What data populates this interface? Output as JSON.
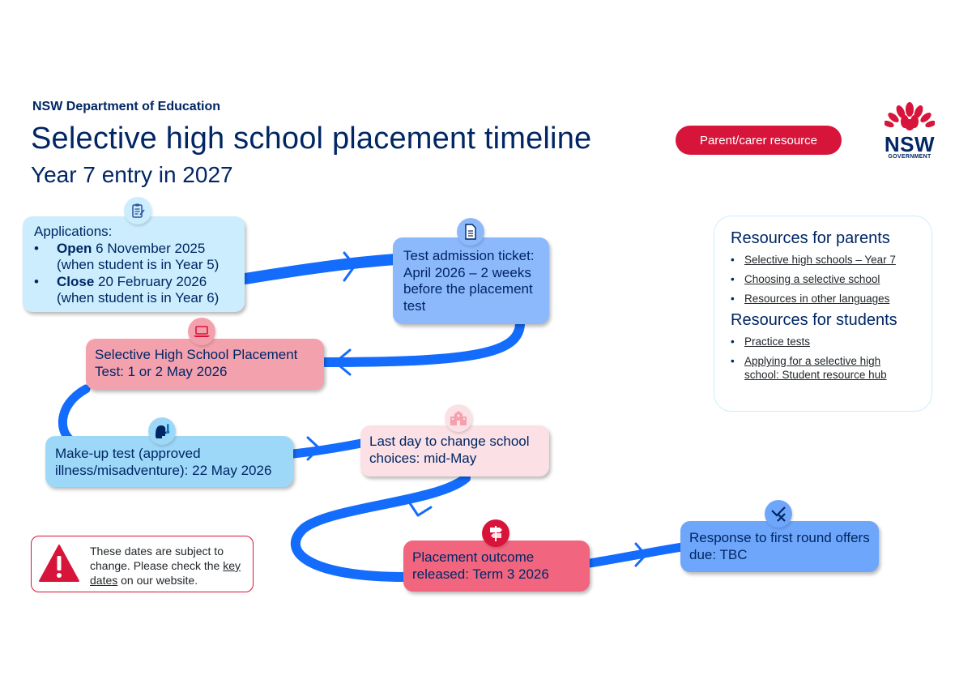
{
  "header": {
    "department": "NSW Department of Education",
    "title": "Selective high school placement timeline",
    "subtitle": "Year 7 entry in 2027",
    "badge": "Parent/carer resource"
  },
  "logo": {
    "name": "NSW",
    "sub": "GOVERNMENT"
  },
  "timeline": {
    "applications": {
      "heading": "Applications:",
      "open_label": "Open",
      "open_date": " 6 November 2025",
      "open_note": "(when student is in Year 5)",
      "close_label": "Close",
      "close_date": " 20 February 2026",
      "close_note": "(when student is in Year 6)"
    },
    "ticket": "Test admission ticket: April 2026 – 2 weeks before the placement test",
    "test": "Selective High School Placement Test: 1 or 2 May 2026",
    "makeup": "Make-up test (approved illness/misadventure): 22 May 2026",
    "last_day": "Last day to change school choices: mid-May",
    "outcome": "Placement outcome released: Term 3 2026",
    "response": "Response to first round offers due: TBC"
  },
  "resources": {
    "parents_heading": "Resources for parents",
    "parents_links": [
      "Selective high schools – Year 7",
      "Choosing a selective school",
      "Resources in other languages"
    ],
    "students_heading": "Resources for students",
    "students_links": [
      "Practice tests",
      "Applying for a selective high school: Student resource hub"
    ]
  },
  "notice": {
    "text_before": "These dates are subject to change. Please check the ",
    "link": "key dates",
    "text_after": " on our website."
  },
  "colors": {
    "navy": "#002664",
    "red": "#d7153a",
    "path_blue": "#146cfd"
  },
  "icons": [
    "clipboard-icon",
    "document-icon",
    "laptop-icon",
    "head-thermometer-icon",
    "school-icon",
    "signpost-icon",
    "response-icon",
    "warning-icon"
  ]
}
